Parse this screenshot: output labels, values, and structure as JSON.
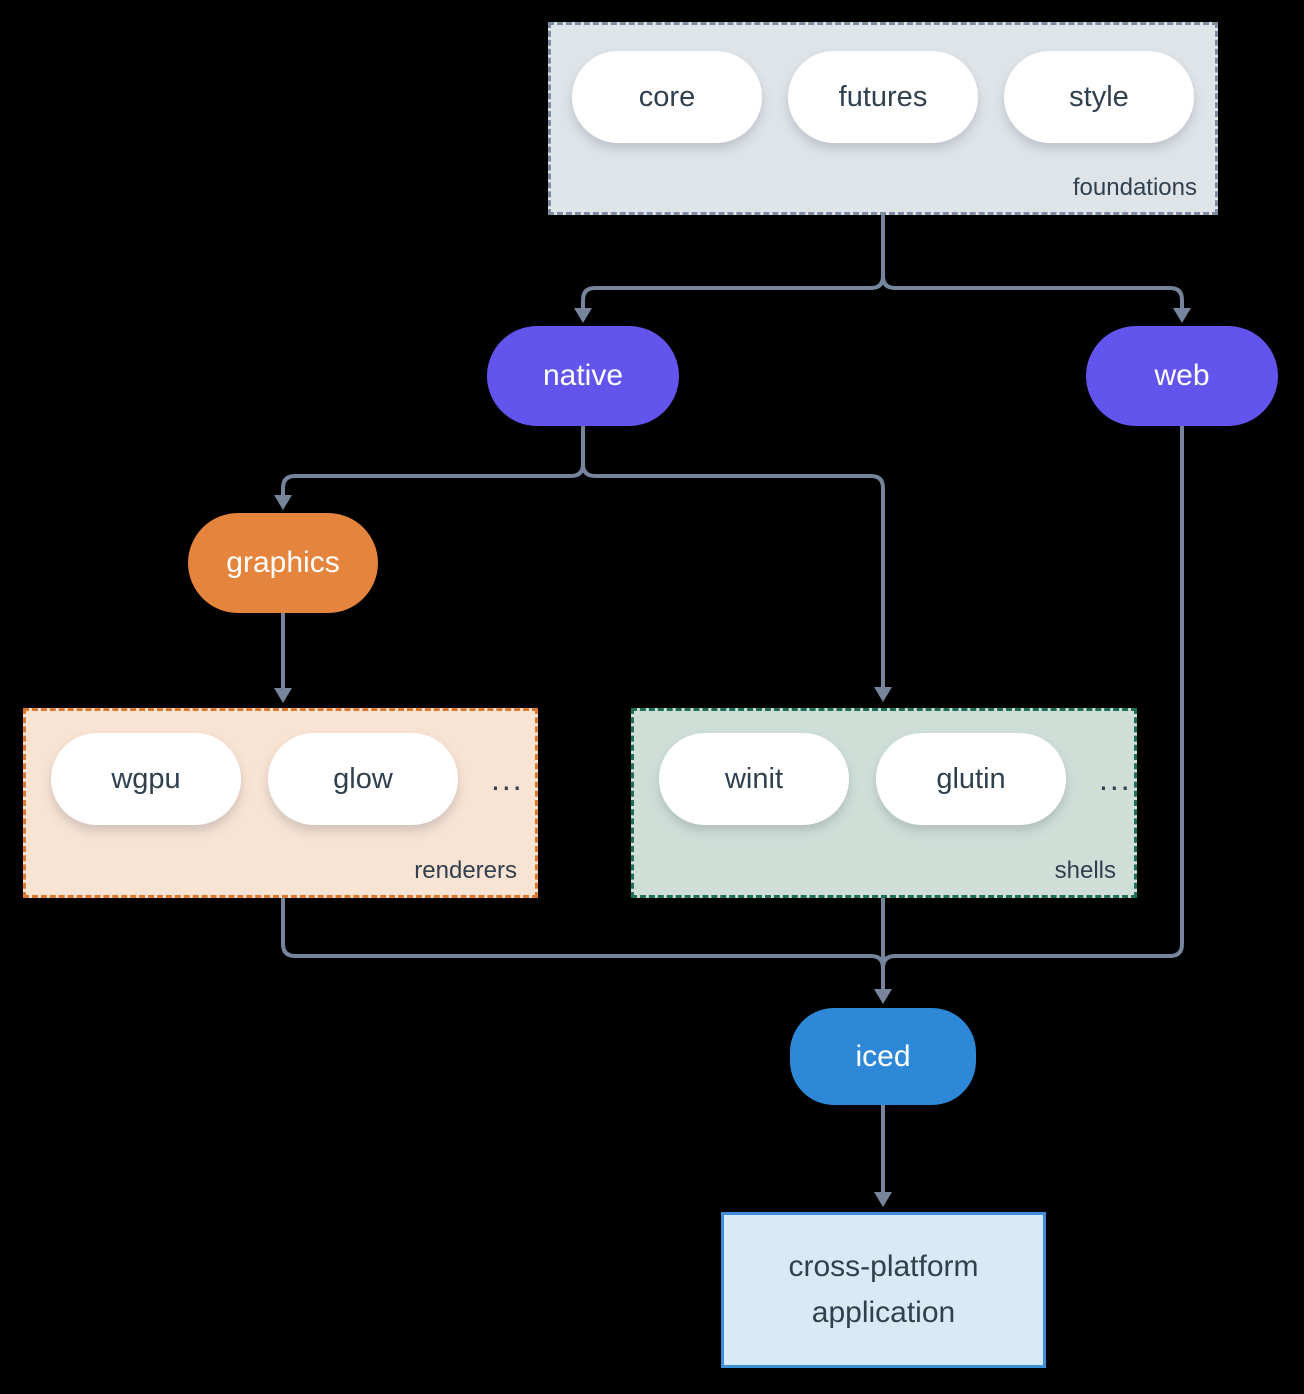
{
  "diagram": {
    "foundations": {
      "label": "foundations",
      "pills": [
        "core",
        "futures",
        "style"
      ]
    },
    "native": {
      "label": "native"
    },
    "web": {
      "label": "web"
    },
    "graphics": {
      "label": "graphics"
    },
    "renderers": {
      "label": "renderers",
      "pills": [
        "wgpu",
        "glow"
      ],
      "ellipsis": "..."
    },
    "shells": {
      "label": "shells",
      "pills": [
        "winit",
        "glutin"
      ],
      "ellipsis": "..."
    },
    "iced": {
      "label": "iced"
    },
    "application": {
      "line1": "cross-platform",
      "line2": "application"
    }
  },
  "colors": {
    "bg": "#000000",
    "line": "#76859b",
    "gray_bg": "#dfe4e8",
    "gray_border": "#7e8ea2",
    "white_pill": "#ffffff",
    "dark_text": "#31404e",
    "purple": "#6254ec",
    "orange": "#e5843c",
    "peach_bg": "#f9e3d3",
    "orange_border": "#e0782c",
    "sage_bg": "#cfdfd8",
    "teal_border": "#1e6e5c",
    "blue": "#2e88d8",
    "lightblue_bg": "#d8e9f8",
    "blue_border": "#3e8ed8"
  }
}
